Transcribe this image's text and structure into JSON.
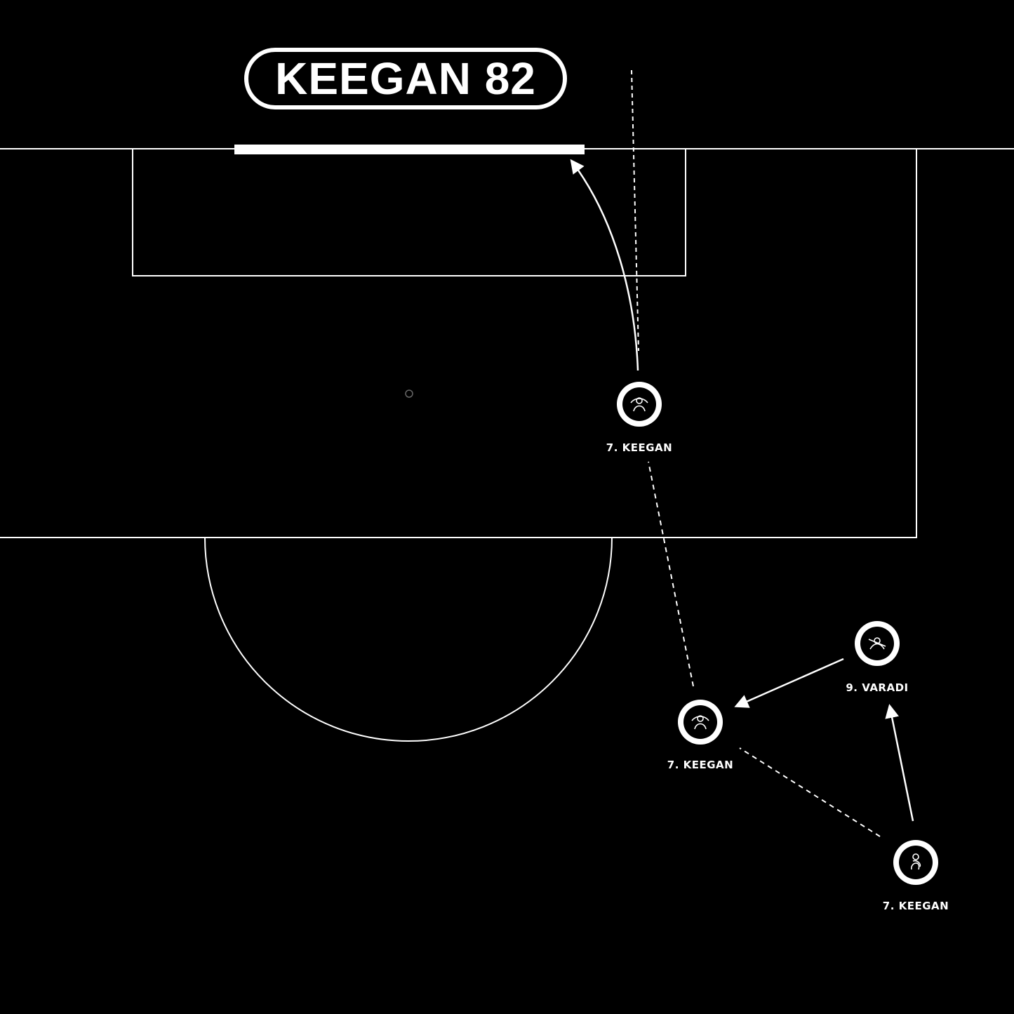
{
  "title": "KEEGAN 82",
  "colors": {
    "background": "#000000",
    "lines": "#ffffff"
  },
  "players": [
    {
      "label": "7. KEEGAN",
      "role": "shooter",
      "icon": "player-figure-icon"
    },
    {
      "label": "7. KEEGAN",
      "role": "receiver",
      "icon": "player-figure-icon"
    },
    {
      "label": "9. VARADI",
      "role": "passer",
      "icon": "player-figure-icon"
    },
    {
      "label": "7. KEEGAN",
      "role": "start",
      "icon": "player-figure-icon"
    }
  ]
}
